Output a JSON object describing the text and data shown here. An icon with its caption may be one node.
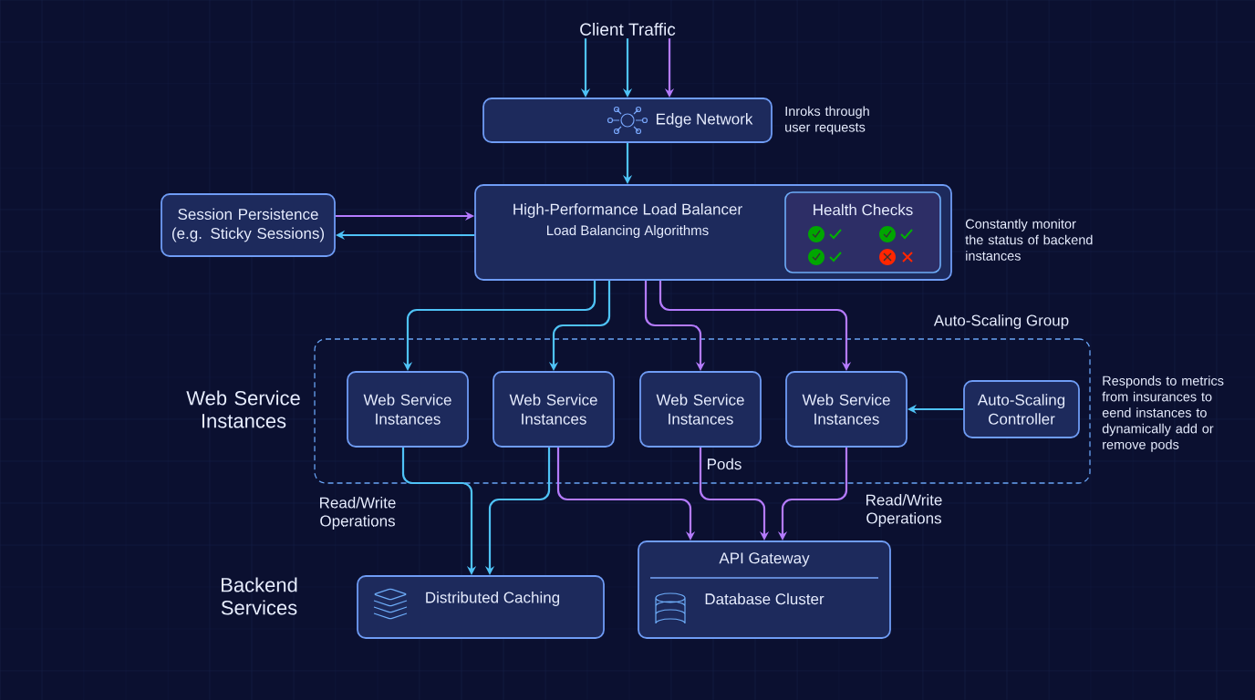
{
  "diagram": {
    "nodes": [
      {
        "text": [
          "Client Traffic"
        ]
      },
      {
        "text": [
          "Edge Network"
        ],
        "beside": [
          "Inroks through user requests"
        ]
      },
      {
        "text": [
          "High-Performance Load Balancer",
          "Load Balancing Algorithms"
        ],
        "beside": [
          "Constantly monitor the status of backend instances"
        ]
      },
      {
        "text": [
          "Health Checks"
        ],
        "in": 2
      },
      {
        "text": [
          "Session Persistence",
          "(e.g. Sticky Sessions)"
        ]
      },
      {
        "text": [
          "Auto-Scaling Group"
        ]
      },
      {
        "text": [
          "Web Service Instances"
        ],
        "in": 5
      },
      {
        "text": [
          "Web Service Instances"
        ],
        "in": 5
      },
      {
        "text": [
          "Web Service Instances"
        ],
        "in": 5
      },
      {
        "text": [
          "Web Service Instances"
        ],
        "in": 5
      },
      {
        "text": [
          "Auto-Scaling Controller"
        ],
        "in": 5,
        "beside": [
          "Responds to metrics from insurances to eend instances to dynamically add or remove pods"
        ]
      },
      {
        "text": [
          "Distributed Caching"
        ]
      },
      {
        "text": [
          "API Gateway",
          "Database Cluster"
        ]
      }
    ],
    "edges": [
      {
        "from": 0,
        "to": 1,
        "arrow": "to"
      },
      {
        "from": 0,
        "to": 1,
        "arrow": "to"
      },
      {
        "from": 0,
        "to": 1,
        "arrow": "to",
        "color": "#b57bff"
      },
      {
        "from": 1,
        "to": 2,
        "arrow": "to"
      },
      {
        "from": 4,
        "to": 2,
        "arrow": "to",
        "color": "#b57bff"
      },
      {
        "from": 2,
        "to": 4,
        "arrow": "to"
      },
      {
        "from": 2,
        "to": 6,
        "arrow": "to"
      },
      {
        "from": 2,
        "to": 7,
        "arrow": "to"
      },
      {
        "from": 2,
        "to": 8,
        "arrow": "to",
        "color": "#b57bff"
      },
      {
        "from": 2,
        "to": 9,
        "arrow": "to",
        "color": "#b57bff"
      },
      {
        "from": 10,
        "to": 9,
        "arrow": "to"
      },
      {
        "from": 6,
        "to": 11,
        "arrow": "to"
      },
      {
        "from": 7,
        "to": 11,
        "arrow": "to"
      },
      {
        "from": 7,
        "to": 12,
        "arrow": "to",
        "color": "#b57bff"
      },
      {
        "from": 8,
        "to": 12,
        "arrow": "to",
        "color": "#b57bff"
      },
      {
        "from": 9,
        "to": 12,
        "arrow": "to",
        "color": "#b57bff"
      }
    ],
    "labels": [
      "Web Service Instances",
      "Pods",
      "Read/Write Operations",
      "Read/Write Operations",
      "Backend Services"
    ]
  }
}
